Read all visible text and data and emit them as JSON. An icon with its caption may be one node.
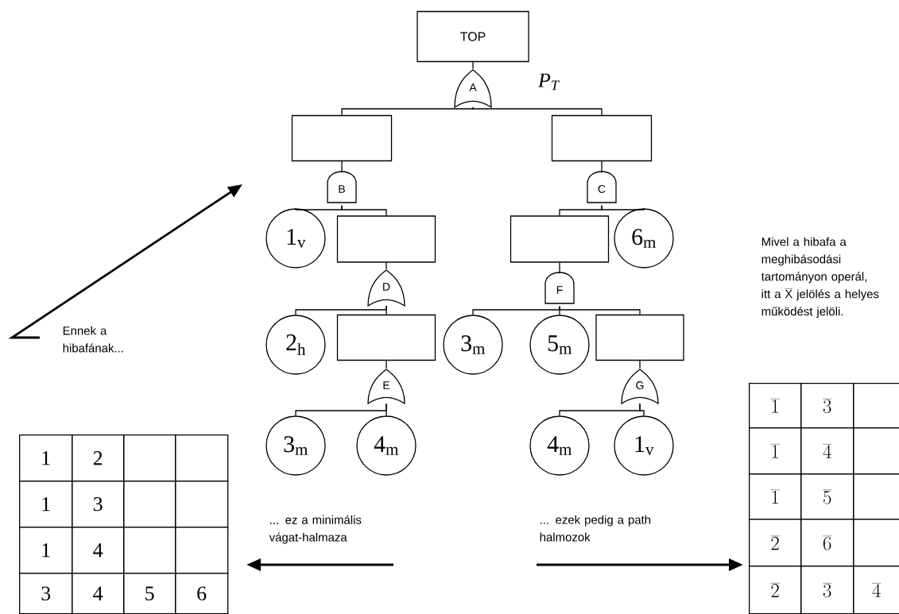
{
  "diagram": {
    "nodes": [
      {
        "text": [
          "TOP"
        ]
      },
      {
        "text": [
          "A"
        ]
      },
      {
        "text": [],
        "shape": "box"
      },
      {
        "text": [],
        "shape": "box"
      },
      {
        "text": [
          "B"
        ]
      },
      {
        "text": [
          "C"
        ]
      },
      {
        "text": [
          "1$_{v}$"
        ]
      },
      {
        "text": [],
        "shape": "box"
      },
      {
        "text": [],
        "shape": "box"
      },
      {
        "text": [
          "6$_{m}$"
        ]
      },
      {
        "text": [
          "D"
        ]
      },
      {
        "text": [
          "F"
        ]
      },
      {
        "text": [
          "2$_{h}$"
        ]
      },
      {
        "text": [],
        "shape": "box"
      },
      {
        "text": [
          "3$_{m}$"
        ]
      },
      {
        "text": [
          "5$_{m}$"
        ]
      },
      {
        "text": [],
        "shape": "box"
      },
      {
        "text": [
          "E"
        ]
      },
      {
        "text": [
          "G"
        ]
      },
      {
        "text": [
          "3$_{m}$"
        ]
      },
      {
        "text": [
          "4$_{m}$"
        ]
      },
      {
        "text": [
          "4$_{m}$"
        ]
      },
      {
        "text": [
          "1$_{v}$"
        ]
      }
    ],
    "edges": [
      {
        "from": 0,
        "to": 1,
        "arrow": "none"
      },
      {
        "from": 1,
        "to": 2,
        "arrow": "none"
      },
      {
        "from": 1,
        "to": 3,
        "arrow": "none"
      },
      {
        "from": 2,
        "to": 4,
        "arrow": "none"
      },
      {
        "from": 3,
        "to": 5,
        "arrow": "none"
      },
      {
        "from": 4,
        "to": 6,
        "arrow": "none"
      },
      {
        "from": 4,
        "to": 7,
        "arrow": "none"
      },
      {
        "from": 5,
        "to": 8,
        "arrow": "none"
      },
      {
        "from": 5,
        "to": 9,
        "arrow": "none"
      },
      {
        "from": 7,
        "to": 10,
        "arrow": "none"
      },
      {
        "from": 8,
        "to": 11,
        "arrow": "none"
      },
      {
        "from": 10,
        "to": 12,
        "arrow": "none"
      },
      {
        "from": 10,
        "to": 13,
        "arrow": "none"
      },
      {
        "from": 11,
        "to": 14,
        "arrow": "none"
      },
      {
        "from": 11,
        "to": 15,
        "arrow": "none"
      },
      {
        "from": 11,
        "to": 16,
        "arrow": "none"
      },
      {
        "from": 13,
        "to": 17,
        "arrow": "none"
      },
      {
        "from": 16,
        "to": 18,
        "arrow": "none"
      },
      {
        "from": 17,
        "to": 19,
        "arrow": "none"
      },
      {
        "from": 17,
        "to": 20,
        "arrow": "none"
      },
      {
        "from": 18,
        "to": 21,
        "arrow": "none"
      },
      {
        "from": 18,
        "to": 22,
        "arrow": "none"
      }
    ],
    "labels": [
      "Mivel a hibafa a meghibásodási tartományon operál, itt a",
      "\\overline{\\mathsf{X}}",
      "jelölés a helyes működést jelöli.",
      "Ennek a hibafának...",
      "\\overline{1}",
      "\\overline{3}",
      "\\overline{1}",
      "\\overline{4}",
      "\\overline{1}",
      "\\overline{5}",
      "\\overline{2}",
      "\\overline{6}",
      "\\overline{2}",
      "\\overline{3}",
      "\\overline{4}",
      "1",
      "2",
      "1",
      "3",
      "1",
      "4",
      "3",
      "4",
      "5",
      "6",
      "... ez a minimális vágat-halmaza",
      "... ezek pedig a path halmozok",
      "P$_{T}$"
    ]
  }
}
